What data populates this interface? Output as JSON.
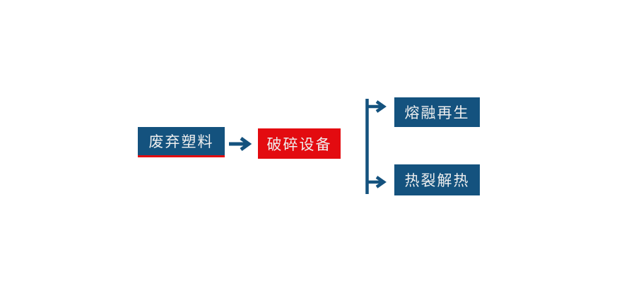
{
  "diagram": {
    "type": "flowchart",
    "background": "#ffffff",
    "colors": {
      "node_blue": "#14527e",
      "node_red": "#e30b10",
      "arrow": "#14527e",
      "text": "#efefef",
      "source_underline": "#e30b10"
    },
    "nodes": {
      "source": {
        "label": "废弃塑料",
        "style": "blue-with-red-underline"
      },
      "process": {
        "label": "破碎设备",
        "style": "red"
      },
      "output_top": {
        "label": "熔融再生",
        "style": "blue"
      },
      "output_bottom": {
        "label": "热裂解热",
        "style": "blue"
      }
    },
    "edges": [
      {
        "from": "source",
        "to": "process",
        "style": "arrow-right"
      },
      {
        "from": "process",
        "to": "output_top",
        "style": "branch-arrow"
      },
      {
        "from": "process",
        "to": "output_bottom",
        "style": "branch-arrow"
      }
    ]
  }
}
